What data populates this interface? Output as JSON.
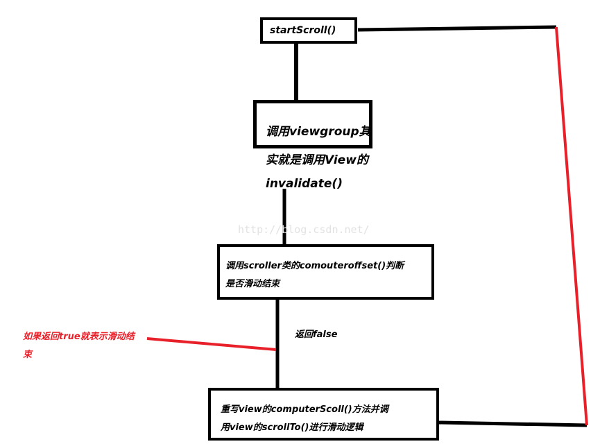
{
  "nodes": {
    "start": "startScroll()",
    "invalidate": [
      "调用viewgroup其",
      "实就是调用View的",
      "invalidate()"
    ],
    "offset": [
      "调用scroller类的comouteroffset()判断",
      "是否滑动结束"
    ],
    "compute": [
      "重写view的computerScoll()方法并调",
      "用view的scrollTo()进行滑动逻辑"
    ]
  },
  "labels": {
    "false_branch": "返回false",
    "true_branch": [
      "如果返回true就表示滑动结",
      "束"
    ]
  },
  "watermark": "http://blog.csdn.net/",
  "colors": {
    "line": "#000000",
    "return_line": "#e8202a",
    "true_label": "#e8202a"
  }
}
